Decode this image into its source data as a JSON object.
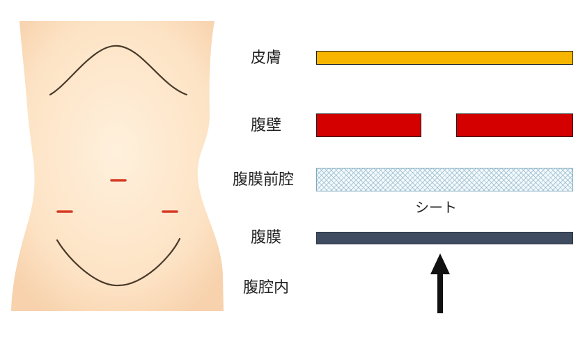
{
  "layers": {
    "skin": "皮膚",
    "abdominal_wall": "腹壁",
    "preperitoneal_space": "腹膜前腔",
    "sheet": "シート",
    "peritoneum": "腹膜",
    "abdominal_cavity": "腹腔内"
  },
  "colors": {
    "skin_tone": "#fde3c5",
    "skin_layer": "#f7b500",
    "abdominal_wall": "#d40000",
    "mesh": "#7fa8bd",
    "peritoneum": "#3f4b60",
    "incision": "#d63a24",
    "outline": "#4a3a2a"
  },
  "icons": {
    "arrow": "arrow-up-icon"
  }
}
